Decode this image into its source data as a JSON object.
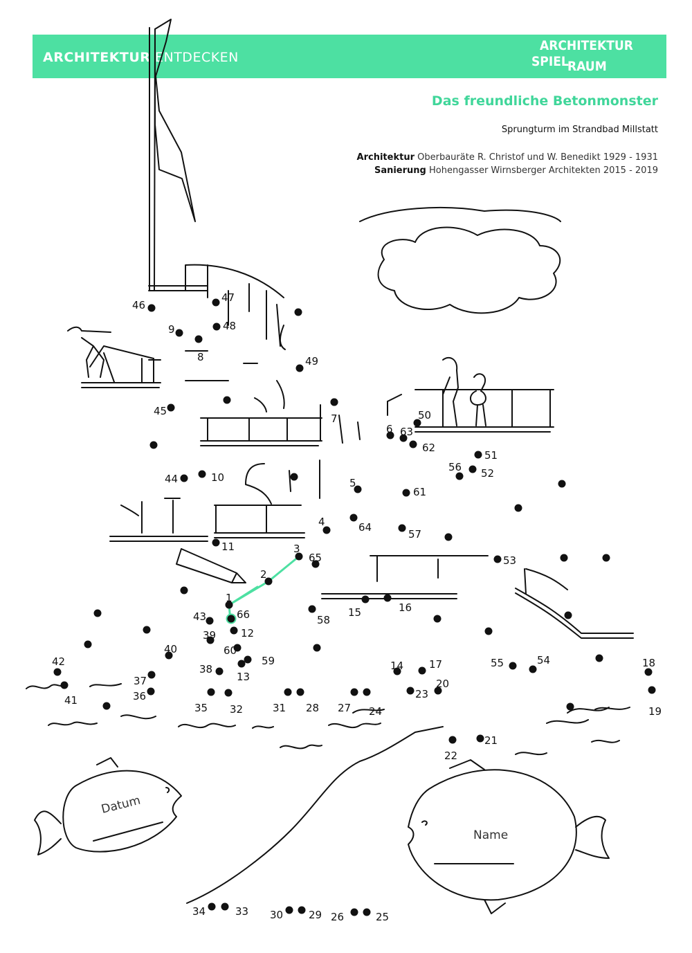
{
  "header": {
    "title_bold": "ARCHITEKTUR",
    "title_light": "ENTDECKEN",
    "logo_line1": "ARCHITEKTUR",
    "logo_line2a": "SPIEL",
    "logo_line2b": "RAUM"
  },
  "worksheet": {
    "title": "Das freundliche Betonmonster",
    "subtitle": "Sprungturm im Strandbad Millstatt",
    "architecture_key": "Architektur",
    "architecture_value": "Oberbauräte R. Christof und W. Benedikt 1929 - 1931",
    "renovation_key": "Sanierung",
    "renovation_value": "Hohengasser Wirnsberger Architekten 2015 - 2019"
  },
  "colors": {
    "accent": "#4de0a2",
    "accent_text": "#40d69a",
    "line": "#111111"
  },
  "fish_fields": {
    "date_label": "Datum",
    "name_label": "Name"
  },
  "dot_labels": [
    "1",
    "2",
    "3",
    "4",
    "5",
    "6",
    "7",
    "8",
    "9",
    "10",
    "11",
    "12",
    "13",
    "14",
    "15",
    "16",
    "17",
    "18",
    "19",
    "20",
    "21",
    "22",
    "23",
    "24",
    "25",
    "26",
    "27",
    "28",
    "29",
    "30",
    "31",
    "32",
    "33",
    "34",
    "35",
    "36",
    "37",
    "38",
    "39",
    "40",
    "41",
    "42",
    "43",
    "44",
    "45",
    "46",
    "47",
    "48",
    "49",
    "50",
    "51",
    "52",
    "53",
    "54",
    "55",
    "56",
    "57",
    "58",
    "59",
    "60",
    "61",
    "62",
    "63",
    "64",
    "65",
    "66"
  ]
}
